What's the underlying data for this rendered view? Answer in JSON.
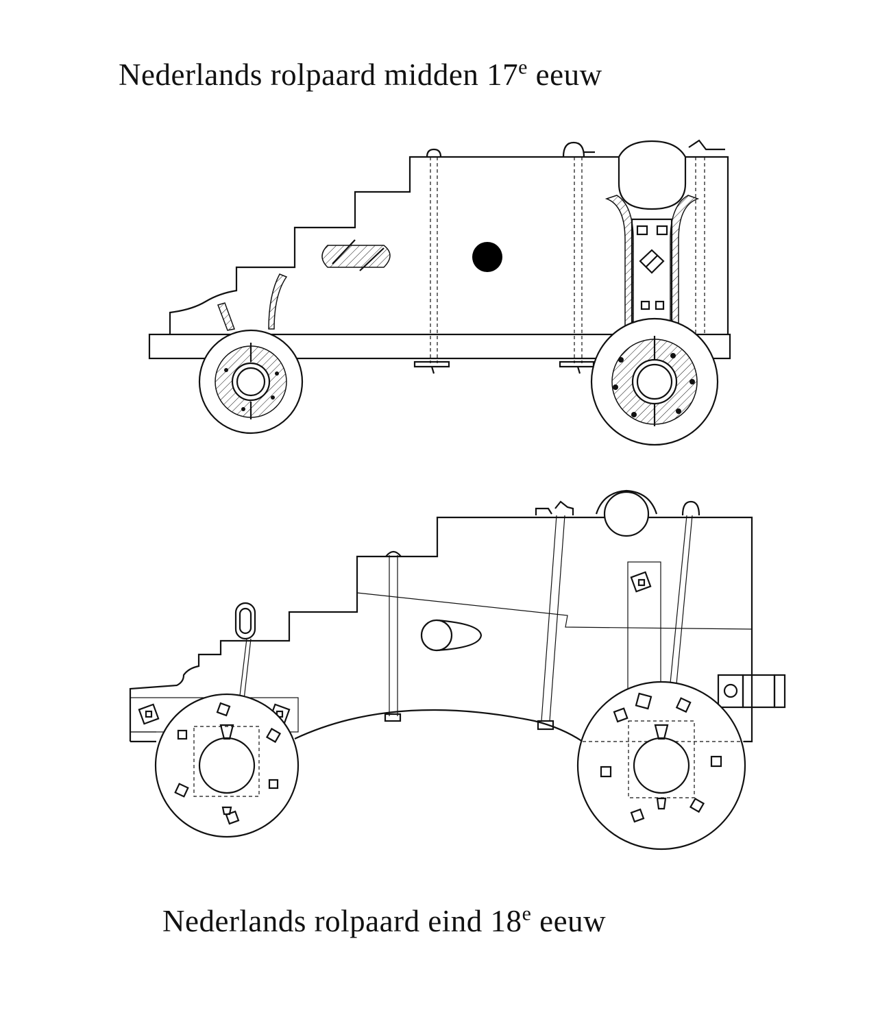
{
  "titles": {
    "top": {
      "main": "Nederlands rolpaard midden 17",
      "sup": "e",
      "tail": " eeuw"
    },
    "bottom": {
      "main": "Nederlands rolpaard eind 18",
      "sup": "e",
      "tail": " eeuw"
    }
  }
}
